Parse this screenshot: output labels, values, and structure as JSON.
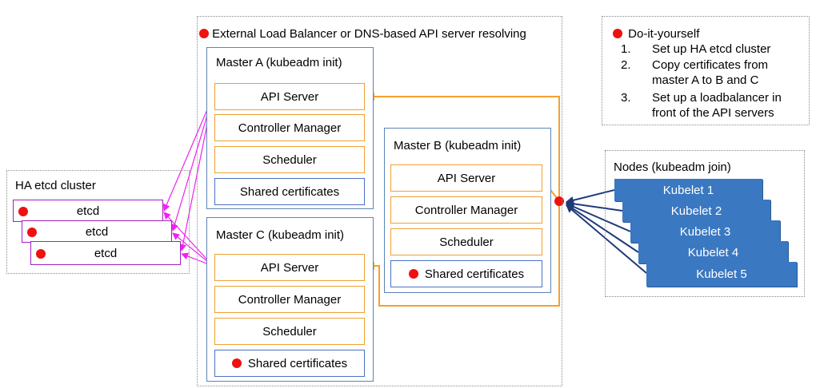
{
  "load_balancer": {
    "label": "External Load Balancer or DNS-based API server resolving"
  },
  "diy": {
    "title": "Do-it-yourself",
    "steps": [
      {
        "num": "1.",
        "text": "Set up HA etcd cluster"
      },
      {
        "num": "2.",
        "text": "Copy certificates from master A to B and C"
      },
      {
        "num": "3.",
        "text": "Set up a loadbalancer in front of the API servers"
      }
    ]
  },
  "master_a": {
    "title": "Master A (kubeadm init)",
    "api_server": "API Server",
    "controller_manager": "Controller Manager",
    "scheduler": "Scheduler",
    "shared_certificates": "Shared certificates"
  },
  "master_b": {
    "title": "Master B (kubeadm init)",
    "api_server": "API Server",
    "controller_manager": "Controller Manager",
    "scheduler": "Scheduler",
    "shared_certificates": "Shared certificates"
  },
  "master_c": {
    "title": "Master C (kubeadm init)",
    "api_server": "API Server",
    "controller_manager": "Controller Manager",
    "scheduler": "Scheduler",
    "shared_certificates": "Shared certificates"
  },
  "etcd_cluster": {
    "title": "HA etcd cluster",
    "members": [
      "etcd",
      "etcd",
      "etcd"
    ]
  },
  "nodes": {
    "title": "Nodes (kubeadm join)",
    "kubelets": [
      "Kubelet 1",
      "Kubelet 2",
      "Kubelet 3",
      "Kubelet 4",
      "Kubelet 5"
    ]
  },
  "colors": {
    "orange_arrow": "#f5a030",
    "magenta_arrow": "#ee22ee",
    "navy_arrow": "#1f3a7a",
    "red_dot": "#ee1111",
    "kubelet_fill": "#3a78c2"
  }
}
